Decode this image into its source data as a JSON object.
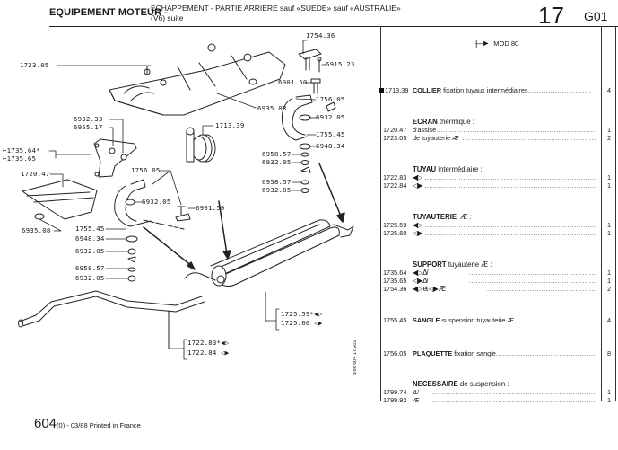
{
  "header": {
    "section": "EQUIPEMENT MOTEUR -",
    "subtitle_line1": "ECHAPPEMENT - PARTIE ARRIERE sauf «SUEDE» sauf «AUSTRALIE»",
    "subtitle_line2": "(V6) suite",
    "page_number": "17",
    "plate_code": "G01"
  },
  "parts_list": {
    "model_note": "MOD 80",
    "model_arrow_icon": "arrow-from-bar-icon",
    "groups": [
      {
        "heading": "",
        "items": [
          {
            "ref": "1713.39",
            "name": "COLLIER",
            "desc": "fixation tuyaux intermédiaires",
            "qty": "4",
            "marker": "square-bullet"
          }
        ]
      },
      {
        "heading_bold": "ECRAN",
        "heading_rest": "thermique :",
        "items": [
          {
            "ref": "1720.47",
            "desc": "d'assise",
            "qty": "1"
          },
          {
            "ref": "1723.05",
            "desc": "de tuyauterie",
            "symbol": "Æ",
            "qty": "2"
          }
        ]
      },
      {
        "heading_bold": "TUYAU",
        "heading_rest": "intermédiaire :",
        "items": [
          {
            "ref": "1722.83",
            "symbol": "◀▷",
            "qty": "1"
          },
          {
            "ref": "1722.84",
            "symbol": "◁▶",
            "qty": "1"
          }
        ]
      },
      {
        "heading_bold": "TUYAUTERIE",
        "heading_rest": "Æ :",
        "items": [
          {
            "ref": "1725.59",
            "symbol": "◀▷",
            "qty": "1"
          },
          {
            "ref": "1725.60",
            "symbol": "◁▶",
            "qty": "1"
          }
        ]
      },
      {
        "heading_bold": "SUPPORT",
        "heading_rest": "tuyauterie Æ :",
        "items": [
          {
            "ref": "1735.64",
            "symbol": "◀▷ Δ/",
            "qty": "1"
          },
          {
            "ref": "1735.65",
            "symbol": "◁▶ Δ/",
            "qty": "1"
          },
          {
            "ref": "1754.36",
            "symbol": "◀▷ et ◁▶ Æ",
            "qty": "2"
          }
        ]
      },
      {
        "heading": "",
        "items": [
          {
            "ref": "1755.45",
            "name": "SANGLE",
            "desc": "suspension tuyauterie",
            "symbol": "Æ",
            "qty": "4"
          }
        ]
      },
      {
        "heading": "",
        "items": [
          {
            "ref": "1756.05",
            "name": "PLAQUETTE",
            "desc": "fixation sangle",
            "qty": "8"
          }
        ]
      },
      {
        "heading_bold": "NECESSAIRE",
        "heading_rest": "de suspension :",
        "items": [
          {
            "ref": "1799.74",
            "symbol": "Δ/",
            "qty": "1"
          },
          {
            "ref": "1799.92",
            "symbol": "Æ",
            "qty": "1"
          }
        ]
      }
    ]
  },
  "diagram": {
    "callouts": {
      "c1754_36": "1754.36",
      "c6915_23": "6915.23",
      "c1723_05": "1723.05",
      "c6901_50a": "6901.50",
      "c1756_05a": "1756.05",
      "c6935_08a": "6935.08",
      "c6932_05a": "6932.05",
      "c6932_33": "6932.33",
      "c6955_17": "6955.17",
      "c1713_39": "1713.39",
      "c1755_45a": "1755.45",
      "c6948_34a": "6948.34",
      "c1735_64": "1735.64*",
      "c1735_65": "1735.65",
      "c6958_57a": "6958.57",
      "c6932_05b": "6932.05",
      "c1720_47": "1720.47",
      "c6958_57b": "6958.57",
      "c6932_05c": "6932.05",
      "c1756_05b": "1756.05",
      "c6932_05d": "6932.05",
      "c6901_50b": "6901.50",
      "c6935_08b": "6935.08",
      "c1755_45b": "1755.45",
      "c6948_34b": "6948.34",
      "c6932_05e": "6932.05",
      "c6958_57c": "6958.57",
      "c6932_05f": "6932.05",
      "c1725_59": "1725.59*",
      "c1725_60": "1725.60",
      "c1722_83": "1722.83*",
      "c1722_84": "1722.84"
    }
  },
  "footer": {
    "model": "604",
    "variant": "(0)",
    "print_info": " - 03/88 Printed in France",
    "vertical_code": "3/88  604  17G01"
  }
}
